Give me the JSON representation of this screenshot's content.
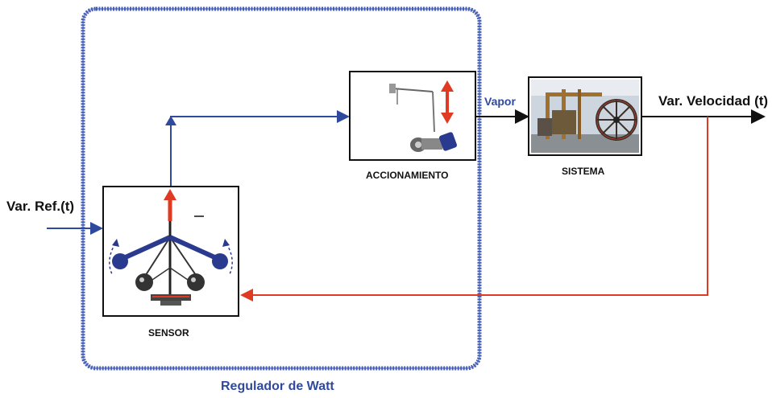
{
  "diagram": {
    "group_label": "Regulador de Watt",
    "blocks": {
      "sensor": "SENSOR",
      "actuator": "ACCIONAMIENTO",
      "system": "SISTEMA"
    },
    "signals": {
      "reference": "Var. Ref.(t)",
      "steam": "Vapor",
      "output": "Var. Velocidad (t)"
    }
  },
  "colors": {
    "forward_path": "#2f4a9c",
    "feedback_path": "#e03a22",
    "group_border": "#2f4aa8",
    "output_line": "#111111"
  },
  "icons": [
    "centrifugal-governor-icon",
    "steam-valve-linkage-icon",
    "steam-engine-photo-icon"
  ]
}
